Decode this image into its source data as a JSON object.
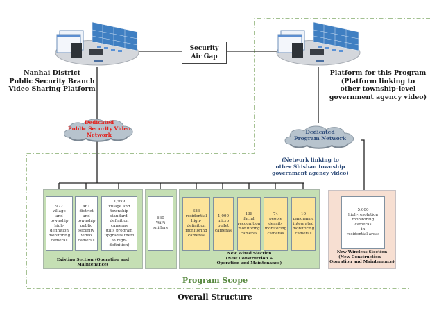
{
  "security_air_gap": {
    "line1": "Security",
    "line2": "Air Gap"
  },
  "left_platform": {
    "icon": "video-platform-icon",
    "lines": [
      "Nanhai District",
      "Public Security Branch",
      "Video Sharing Platform"
    ]
  },
  "right_platform": {
    "icon": "video-platform-icon",
    "lines": [
      "Platform for this Program",
      "(Platform linking to",
      "other township-level",
      "government agency video)"
    ]
  },
  "left_network": {
    "icon": "cloud-icon",
    "lines": [
      "Dedicated",
      "Public Security Video",
      "Network"
    ],
    "text_color": "#e3201b"
  },
  "right_network": {
    "icon": "cloud-icon",
    "lines": [
      "Dedicated",
      "Program Network"
    ],
    "text_color": "#2c4a78",
    "note_lines": [
      "(Network linking to",
      "other Shishan township",
      "government agency video)"
    ]
  },
  "sections": {
    "existing": {
      "caption": "Existing Section (Operation and Maintenance)",
      "cards": [
        [
          "972",
          "village",
          "and",
          "township",
          "high-",
          "definition",
          "monitoring",
          "cameras"
        ],
        [
          "461",
          "district",
          "and",
          "township",
          "public",
          "security",
          "video",
          "cameras"
        ],
        [
          "1,959",
          "village and",
          "township",
          "standard-",
          "definition",
          "cameras",
          "(this program",
          "upgrades them",
          "to high-definition)"
        ]
      ]
    },
    "wifi": {
      "cards": [
        [
          "660",
          "WiFi",
          "sniffers"
        ]
      ]
    },
    "wired": {
      "caption_lines": [
        "New Wired Siection",
        "(New Construction +",
        "Operation and Maintenance)"
      ],
      "cards": [
        [
          "386",
          "residential",
          "high-",
          "definition",
          "monitoring",
          "cameras"
        ],
        [
          "1,000",
          "micro",
          "bullet",
          "cameras"
        ],
        [
          "138",
          "facial",
          "recognition",
          "monitoring",
          "cameras"
        ],
        [
          "74",
          "people",
          "density",
          "monitoring",
          "cameras"
        ],
        [
          "10",
          "panoramic",
          "integrated",
          "monitoring",
          "cameras"
        ]
      ]
    },
    "wireless": {
      "caption_lines": [
        "New Wireless Siection",
        "(New Construction +",
        "Operation and Maintenance)"
      ],
      "cards": [
        [
          "5,000",
          "high-resolution",
          "monitoring",
          "cameras",
          "in",
          "residential areas"
        ]
      ]
    }
  },
  "scope_label": "Program Scope",
  "overall_label": "Overall Structure",
  "colors": {
    "scope_border": "#6b9a4e",
    "section_green": "#c5dfb4",
    "section_pink": "#f7dfd2",
    "card_yellow": "#fde49a",
    "scope_text": "#5a8a42"
  }
}
